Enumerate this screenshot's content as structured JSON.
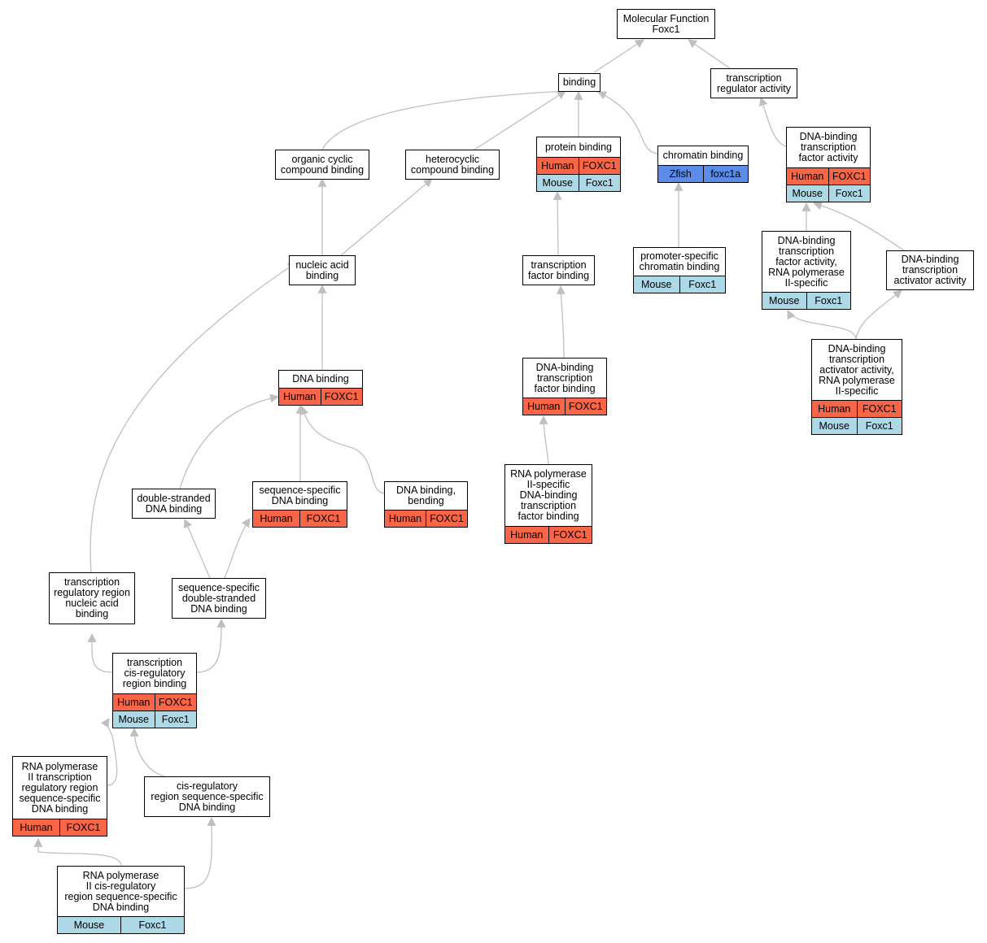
{
  "colors": {
    "edge": "#bfbfbf",
    "human": "#f96547",
    "mouse": "#add8e6",
    "zfish": "#5a8ce8"
  },
  "nodes": [
    {
      "id": "mf",
      "lines": [
        "Molecular Function",
        "Foxc1"
      ],
      "rows": []
    },
    {
      "id": "binding",
      "lines": [
        "binding"
      ],
      "rows": []
    },
    {
      "id": "trans_reg",
      "lines": [
        "transcription",
        "regulator activity"
      ],
      "rows": []
    },
    {
      "id": "org_cyclic",
      "lines": [
        "organic cyclic",
        "compound binding"
      ],
      "rows": []
    },
    {
      "id": "hetero",
      "lines": [
        "heterocyclic",
        "compound binding"
      ],
      "rows": []
    },
    {
      "id": "protein",
      "lines": [
        "protein binding"
      ],
      "rows": [
        {
          "species": "human",
          "cells": [
            "Human",
            "FOXC1"
          ]
        },
        {
          "species": "mouse",
          "cells": [
            "Mouse",
            "Foxc1"
          ]
        }
      ]
    },
    {
      "id": "chromatin",
      "lines": [
        "chromatin binding"
      ],
      "rows": [
        {
          "species": "zfish",
          "cells": [
            "Zfish",
            "foxc1a"
          ]
        }
      ]
    },
    {
      "id": "dbtfa",
      "lines": [
        "DNA-binding",
        "transcription",
        "factor activity"
      ],
      "rows": [
        {
          "species": "human",
          "cells": [
            "Human",
            "FOXC1"
          ]
        },
        {
          "species": "mouse",
          "cells": [
            "Mouse",
            "Foxc1"
          ]
        }
      ]
    },
    {
      "id": "nucleic",
      "lines": [
        "nucleic acid",
        "binding"
      ],
      "rows": []
    },
    {
      "id": "tfbind",
      "lines": [
        "transcription",
        "factor binding"
      ],
      "rows": []
    },
    {
      "id": "promoter",
      "lines": [
        "promoter-specific",
        "chromatin binding"
      ],
      "rows": [
        {
          "species": "mouse",
          "cells": [
            "Mouse",
            "Foxc1"
          ]
        }
      ]
    },
    {
      "id": "dbtfa_pol2",
      "lines": [
        "DNA-binding",
        "transcription",
        "factor activity,",
        "RNA polymerase",
        "II-specific"
      ],
      "rows": [
        {
          "species": "mouse",
          "cells": [
            "Mouse",
            "Foxc1"
          ]
        }
      ]
    },
    {
      "id": "dbtaa",
      "lines": [
        "DNA-binding",
        "transcription",
        "activator activity"
      ],
      "rows": []
    },
    {
      "id": "dbtaa_pol2",
      "lines": [
        "DNA-binding",
        "transcription",
        "activator activity,",
        "RNA polymerase",
        "II-specific"
      ],
      "rows": [
        {
          "species": "human",
          "cells": [
            "Human",
            "FOXC1"
          ]
        },
        {
          "species": "mouse",
          "cells": [
            "Mouse",
            "Foxc1"
          ]
        }
      ]
    },
    {
      "id": "dna",
      "lines": [
        "DNA binding"
      ],
      "rows": [
        {
          "species": "human",
          "cells": [
            "Human",
            "FOXC1"
          ]
        }
      ]
    },
    {
      "id": "dbtfb",
      "lines": [
        "DNA-binding",
        "transcription",
        "factor binding"
      ],
      "rows": [
        {
          "species": "human",
          "cells": [
            "Human",
            "FOXC1"
          ]
        }
      ]
    },
    {
      "id": "ds",
      "lines": [
        "double-stranded",
        "DNA binding"
      ],
      "rows": []
    },
    {
      "id": "ss",
      "lines": [
        "sequence-specific",
        "DNA binding"
      ],
      "rows": [
        {
          "species": "human",
          "cells": [
            "Human",
            "FOXC1"
          ]
        }
      ]
    },
    {
      "id": "bending",
      "lines": [
        "DNA binding,",
        "bending"
      ],
      "rows": [
        {
          "species": "human",
          "cells": [
            "Human",
            "FOXC1"
          ]
        }
      ]
    },
    {
      "id": "pol2_dbtfb",
      "lines": [
        "RNA polymerase",
        "II-specific",
        "DNA-binding",
        "transcription",
        "factor binding"
      ],
      "rows": [
        {
          "species": "human",
          "cells": [
            "Human",
            "FOXC1"
          ]
        }
      ]
    },
    {
      "id": "trr_na",
      "lines": [
        "transcription",
        "regulatory region",
        "nucleic acid",
        "binding"
      ],
      "rows": []
    },
    {
      "id": "ss_ds",
      "lines": [
        "sequence-specific",
        "double-stranded",
        "DNA binding"
      ],
      "rows": []
    },
    {
      "id": "tcis",
      "lines": [
        "transcription",
        "cis-regulatory",
        "region binding"
      ],
      "rows": [
        {
          "species": "human",
          "cells": [
            "Human",
            "FOXC1"
          ]
        },
        {
          "species": "mouse",
          "cells": [
            "Mouse",
            "Foxc1"
          ]
        }
      ]
    },
    {
      "id": "pol2_trr",
      "lines": [
        "RNA polymerase",
        "II transcription",
        "regulatory region",
        "sequence-specific",
        "DNA binding"
      ],
      "rows": [
        {
          "species": "human",
          "cells": [
            "Human",
            "FOXC1"
          ]
        }
      ]
    },
    {
      "id": "cis_ss",
      "lines": [
        "cis-regulatory",
        "region sequence-specific",
        "DNA binding"
      ],
      "rows": []
    },
    {
      "id": "pol2_cis",
      "lines": [
        "RNA polymerase",
        "II cis-regulatory",
        "region sequence-specific",
        "DNA binding"
      ],
      "rows": [
        {
          "species": "mouse",
          "cells": [
            "Mouse",
            "Foxc1"
          ]
        }
      ]
    }
  ]
}
